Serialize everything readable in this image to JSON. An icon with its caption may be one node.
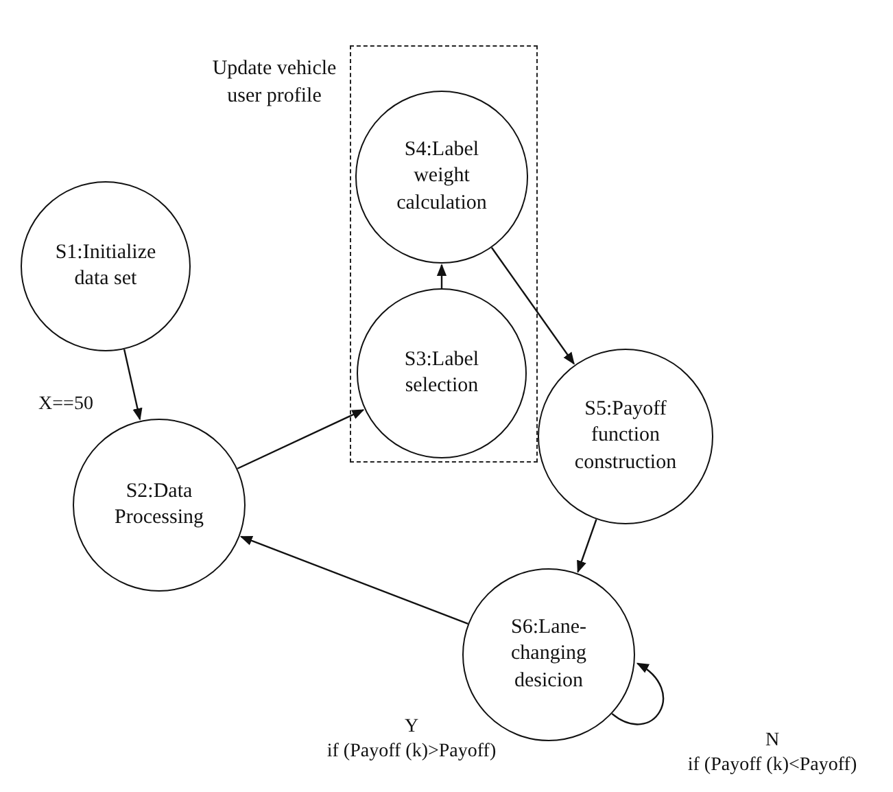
{
  "diagram": {
    "nodes": [
      {
        "text": [
          "Update vehicle user profile"
        ]
      },
      {
        "text": [
          "S1:Initialize data set"
        ]
      },
      {
        "text": [
          "S4:Label weight calculation"
        ],
        "in": 0
      },
      {
        "text": [
          "S3:Label selection"
        ],
        "in": 0
      },
      {
        "text": [
          "S2:Data Processing"
        ]
      },
      {
        "text": [
          "S5:Payoff function construction"
        ]
      },
      {
        "text": [
          "S6:Lane-changing desicion"
        ]
      }
    ],
    "edges": [
      {
        "from": 1,
        "to": 4,
        "arrow": "to",
        "label": "X==50"
      },
      {
        "from": 4,
        "to": 3,
        "arrow": "to"
      },
      {
        "from": 3,
        "to": 2,
        "arrow": "to"
      },
      {
        "from": 2,
        "to": 5,
        "arrow": "to"
      },
      {
        "from": 5,
        "to": 6,
        "arrow": "to"
      },
      {
        "from": 6,
        "to": 4,
        "arrow": "to",
        "label": "Y if (Payoff (k)>Payoff)"
      },
      {
        "from": 6,
        "to": 6,
        "arrow": "to",
        "label": "N if (Payoff (k)<Payoff)"
      }
    ]
  }
}
